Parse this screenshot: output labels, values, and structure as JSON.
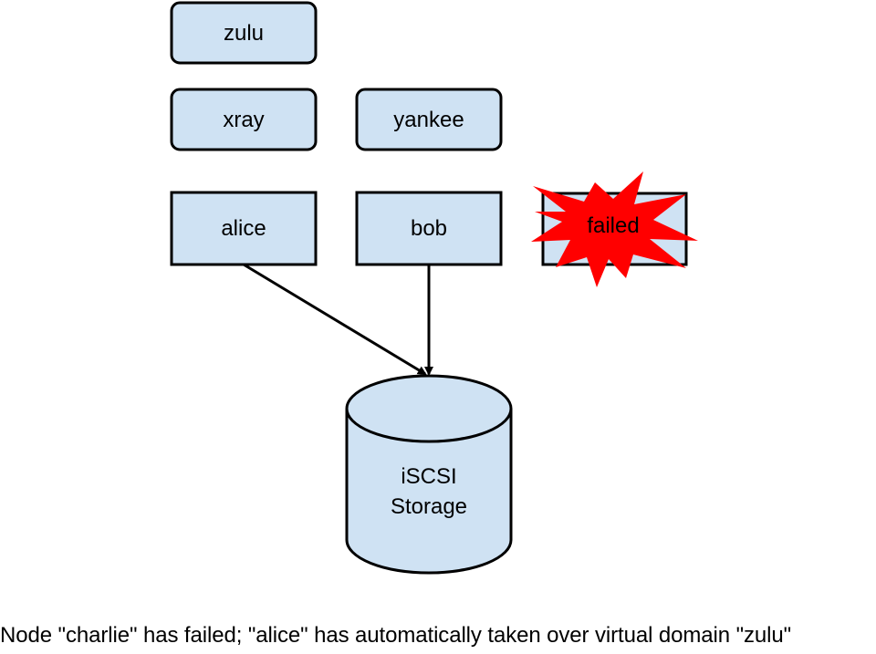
{
  "diagram": {
    "nodes": {
      "zulu": {
        "label": "zulu",
        "kind": "virtual-domain"
      },
      "xray": {
        "label": "xray",
        "kind": "virtual-domain"
      },
      "yankee": {
        "label": "yankee",
        "kind": "virtual-domain"
      },
      "alice": {
        "label": "alice",
        "kind": "host"
      },
      "bob": {
        "label": "bob",
        "kind": "host"
      },
      "charlie": {
        "label": "failed",
        "kind": "host",
        "status": "failed"
      },
      "storage": {
        "line1": "iSCSI",
        "line2": "Storage",
        "kind": "storage"
      }
    },
    "edges": [
      {
        "from": "alice",
        "to": "storage"
      },
      {
        "from": "bob",
        "to": "storage"
      }
    ],
    "colors": {
      "node_fill": "#cfe2f3",
      "stroke": "#000000",
      "failed_burst": "#ff0000"
    }
  },
  "caption": "Node \"charlie\" has failed; \"alice\" has automatically taken over virtual domain \"zulu\""
}
